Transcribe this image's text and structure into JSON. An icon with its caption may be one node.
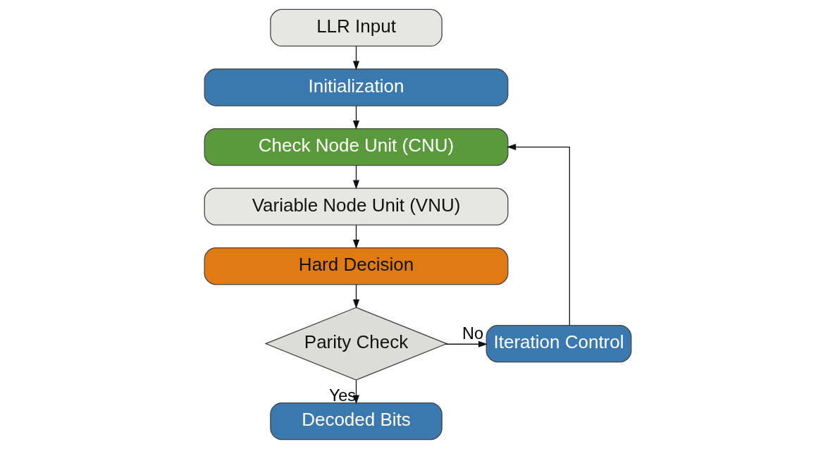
{
  "diagram": {
    "nodes": [
      {
        "text": [
          "LLR Input"
        ]
      },
      {
        "text": [
          "Initialization"
        ]
      },
      {
        "text": [
          "Check Node Unit (CNU)"
        ]
      },
      {
        "text": [
          "Variable Node Unit (VNU)"
        ]
      },
      {
        "text": [
          "Hard Decision"
        ]
      },
      {
        "text": [
          "Parity Check"
        ]
      },
      {
        "text": [
          "Iteration Control"
        ]
      },
      {
        "text": [
          "Decoded Bits"
        ]
      }
    ],
    "edges": [
      {
        "from": 0,
        "to": 1,
        "arrow": "to"
      },
      {
        "from": 1,
        "to": 2,
        "arrow": "to"
      },
      {
        "from": 2,
        "to": 3,
        "arrow": "to"
      },
      {
        "from": 3,
        "to": 4,
        "arrow": "to"
      },
      {
        "from": 4,
        "to": 5,
        "arrow": "to"
      },
      {
        "from": 5,
        "to": 6,
        "arrow": "to",
        "label": "No"
      },
      {
        "from": 6,
        "to": 2,
        "arrow": "to"
      },
      {
        "from": 5,
        "to": 7,
        "arrow": "to",
        "label": "Yes"
      }
    ]
  }
}
